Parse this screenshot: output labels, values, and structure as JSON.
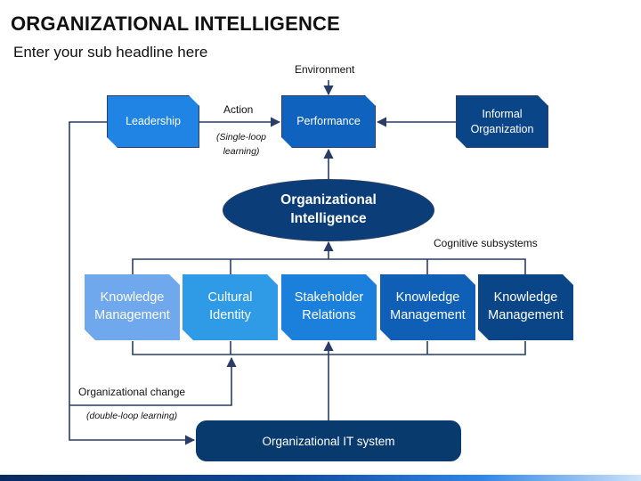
{
  "header": {
    "title": "ORGANIZATIONAL INTELLIGENCE",
    "subtitle": "Enter your sub headline here"
  },
  "diagram": {
    "environment_label": "Environment",
    "action_label": "Action",
    "single_loop_line1": "(Single-loop",
    "single_loop_line2": "learning)",
    "leadership": "Leadership",
    "performance": "Performance",
    "informal_line1": "Informal",
    "informal_line2": "Organization",
    "core_line1": "Organizational",
    "core_line2": "Intelligence",
    "cognitive_label": "Cognitive subsystems",
    "subsystems": [
      {
        "line1": "Knowledge",
        "line2": "Management",
        "color": "#6fa8ec"
      },
      {
        "line1": "Cultural",
        "line2": "Identity",
        "color": "#2f9be6"
      },
      {
        "line1": "Stakeholder",
        "line2": "Relations",
        "color": "#1b7fdc"
      },
      {
        "line1": "Knowledge",
        "line2": "Management",
        "color": "#0f5fb6"
      },
      {
        "line1": "Knowledge",
        "line2": "Management",
        "color": "#0a4687"
      }
    ],
    "org_change_label": "Organizational change",
    "double_loop_label": "(double-loop learning)",
    "it_system": "Organizational IT system"
  },
  "colors": {
    "leadership": "#1f84e4",
    "performance": "#0f63bf",
    "informal": "#0a4687",
    "core": "#0b3e78",
    "it_system": "#093a6e",
    "connector": "#2a3d66"
  }
}
